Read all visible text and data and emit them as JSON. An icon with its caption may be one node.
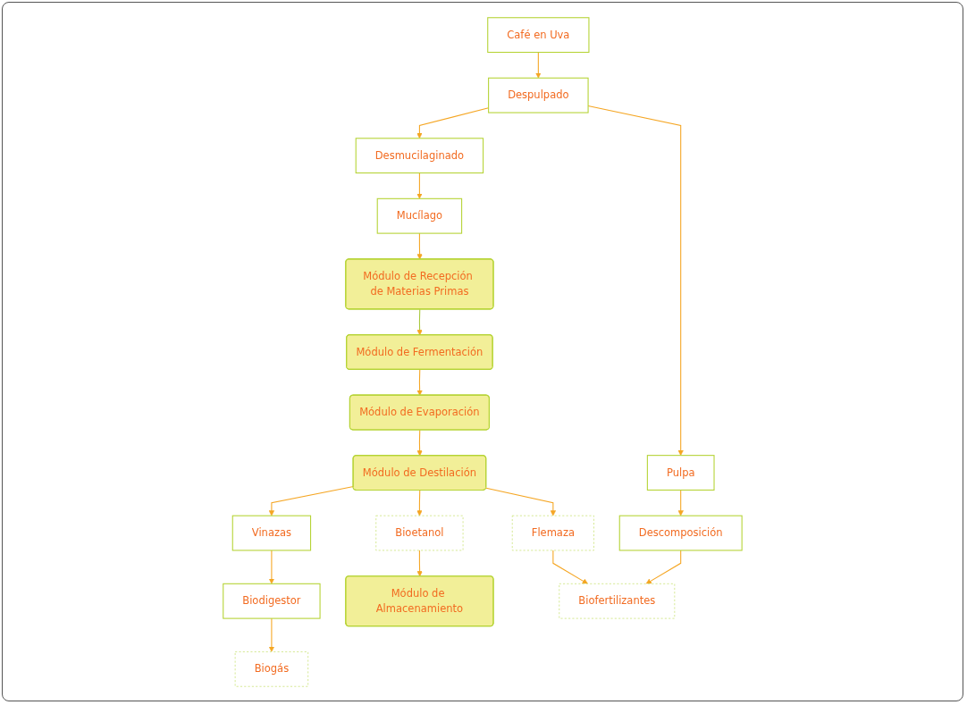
{
  "diagram": {
    "nodes": [
      {
        "text": [
          "Café en Uva"
        ]
      },
      {
        "text": [
          "Despulpado"
        ]
      },
      {
        "text": [
          "Desmucilaginado"
        ]
      },
      {
        "text": [
          "Pulpa"
        ]
      },
      {
        "text": [
          "Mucílago"
        ]
      },
      {
        "text": [
          "Módulo de Recepción de Materias Primas"
        ]
      },
      {
        "text": [
          "Descomposición"
        ]
      },
      {
        "text": [
          "Biodigestor"
        ]
      },
      {
        "text": [
          "Módulo de Fermentación"
        ]
      },
      {
        "text": [
          "Biofertilizantes"
        ]
      },
      {
        "text": [
          "Vinazas"
        ]
      },
      {
        "text": [
          "Biogás"
        ]
      },
      {
        "text": [
          "Módulo de Evaporación"
        ]
      },
      {
        "text": [
          "Módulo de Almacenamiento"
        ]
      },
      {
        "text": [
          "Bioetanol"
        ]
      },
      {
        "text": [
          "Módulo de Destilación"
        ]
      },
      {
        "text": [
          "Flemaza"
        ]
      }
    ],
    "edges": [
      {
        "from": 0,
        "to": 1,
        "arrow": "to"
      },
      {
        "from": 1,
        "to": 2,
        "arrow": "to"
      },
      {
        "from": 1,
        "to": 3,
        "arrow": "to"
      },
      {
        "from": 2,
        "to": 4,
        "arrow": "to"
      },
      {
        "from": 4,
        "to": 5,
        "arrow": "to"
      },
      {
        "from": 5,
        "to": 8,
        "arrow": "to",
        "color": "#a8c83c"
      },
      {
        "from": 3,
        "to": 6,
        "arrow": "to"
      },
      {
        "from": 6,
        "to": 9,
        "arrow": "to"
      },
      {
        "from": 10,
        "to": 7,
        "arrow": "to"
      },
      {
        "from": 7,
        "to": 11,
        "arrow": "to"
      },
      {
        "from": 8,
        "to": 12,
        "arrow": "to"
      },
      {
        "from": 12,
        "to": 15,
        "arrow": "to"
      },
      {
        "from": 15,
        "to": 10,
        "arrow": "to"
      },
      {
        "from": 15,
        "to": 14,
        "arrow": "to"
      },
      {
        "from": 14,
        "to": 13,
        "arrow": "to"
      },
      {
        "from": 15,
        "to": 16,
        "arrow": "to"
      },
      {
        "from": 16,
        "to": 9,
        "arrow": "to"
      }
    ]
  }
}
